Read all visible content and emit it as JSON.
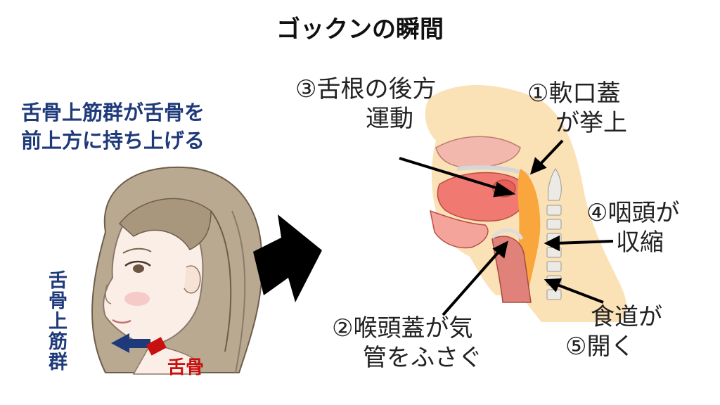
{
  "title": "ゴックンの瞬間",
  "left_panel": {
    "caption_line1": "舌骨上筋群が舌骨を",
    "caption_line2": "前上方に持ち上げる",
    "muscle_label": "舌骨上筋群",
    "bone_label": "舌骨"
  },
  "labels": {
    "l3_line1": "③舌根の後方",
    "l3_line2": "運動",
    "l1_line1": "①軟口蓋",
    "l1_line2": "が挙上",
    "l4_line1": "④咽頭が",
    "l4_line2": "収縮",
    "l2_line1": "②喉頭蓋が気",
    "l2_line2": "管をふさぐ",
    "l5_line1": "食道が",
    "l5_line2": "⑤開く"
  },
  "colors": {
    "title": "#111111",
    "caption": "#1f3a7a",
    "bone": "#c81010",
    "arrow": "#000000"
  }
}
